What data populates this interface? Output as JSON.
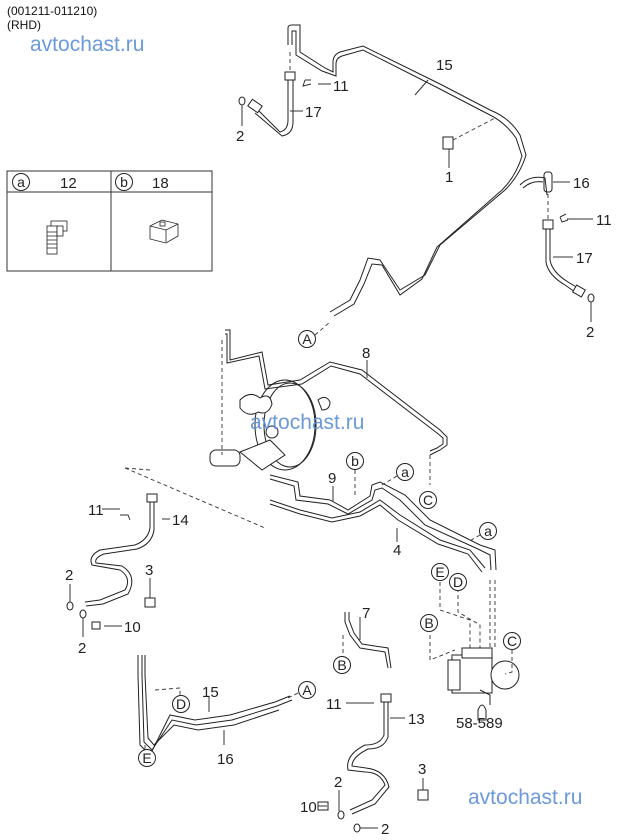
{
  "header": {
    "serial_range": "(001211-011210)",
    "variant": "(RHD)"
  },
  "watermarks": [
    "avtochast.ru",
    "avtochast.ru",
    "avtochast.ru"
  ],
  "legend": {
    "cells": [
      {
        "ref": "a",
        "part": "12",
        "icon": "clip-connector-icon"
      },
      {
        "ref": "b",
        "part": "18",
        "icon": "clip-clamp-icon"
      }
    ]
  },
  "callouts": {
    "p15_top": "15",
    "p11_top": "11",
    "p17_top": "17",
    "p2_top": "2",
    "p1": "1",
    "p16_right": "16",
    "p11_right": "11",
    "p17_right": "17",
    "p2_right": "2",
    "p8": "8",
    "p9": "9",
    "p4": "4",
    "p11_left": "11",
    "p14": "14",
    "p2_left_a": "2",
    "p3_left": "3",
    "p10_left": "10",
    "p2_left_b": "2",
    "p15_bottom": "15",
    "p16_bottom": "16",
    "p7": "7",
    "p11_mid": "11",
    "p13": "13",
    "p3_bottom": "3",
    "p2_bottom_a": "2",
    "p10_bottom": "10",
    "p2_bottom_b": "2",
    "abs_ref": "58-589"
  },
  "connectors": {
    "A_top": "A",
    "C_mid": "C",
    "b_mid": "b",
    "a_mid": "a",
    "a_right": "a",
    "E_abs": "E",
    "D_abs": "D",
    "B_abs": "B",
    "C_abs": "C",
    "D_bottom": "D",
    "E_bottom": "E",
    "A_bottom": "A",
    "B_bottom": "B"
  }
}
